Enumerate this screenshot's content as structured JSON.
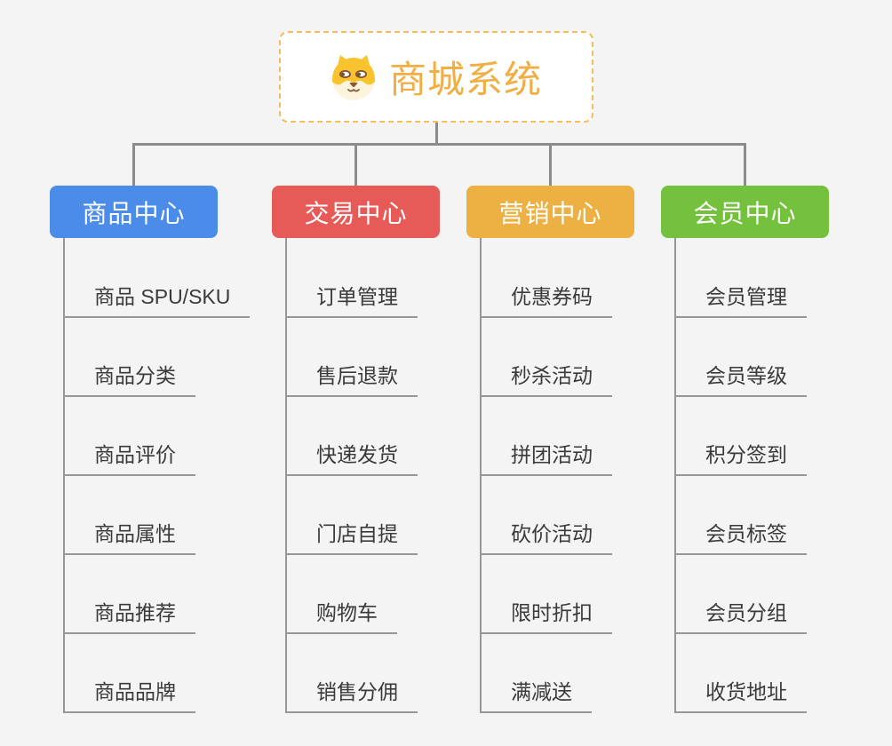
{
  "root": {
    "title": "商城系统",
    "icon": "shiba-dog-icon"
  },
  "palette": {
    "background": "#f4f4f4",
    "connector_gray": "#8c8c8c",
    "underline_gray": "#979797",
    "root_border": "#f5bd5e",
    "root_title": "#f0ae45",
    "branch_blue": "#4a8ce8",
    "branch_red": "#e65b58",
    "branch_orange": "#edb042",
    "branch_green": "#73c13d"
  },
  "branches": [
    {
      "label": "商品中心",
      "color": "#4a8ce8",
      "items": [
        "商品 SPU/SKU",
        "商品分类",
        "商品评价",
        "商品属性",
        "商品推荐",
        "商品品牌"
      ]
    },
    {
      "label": "交易中心",
      "color": "#e65b58",
      "items": [
        "订单管理",
        "售后退款",
        "快递发货",
        "门店自提",
        "购物车",
        "销售分佣"
      ]
    },
    {
      "label": "营销中心",
      "color": "#edb042",
      "items": [
        "优惠券码",
        "秒杀活动",
        "拼团活动",
        "砍价活动",
        "限时折扣",
        "满减送"
      ]
    },
    {
      "label": "会员中心",
      "color": "#73c13d",
      "items": [
        "会员管理",
        "会员等级",
        "积分签到",
        "会员标签",
        "会员分组",
        "收货地址"
      ]
    }
  ]
}
